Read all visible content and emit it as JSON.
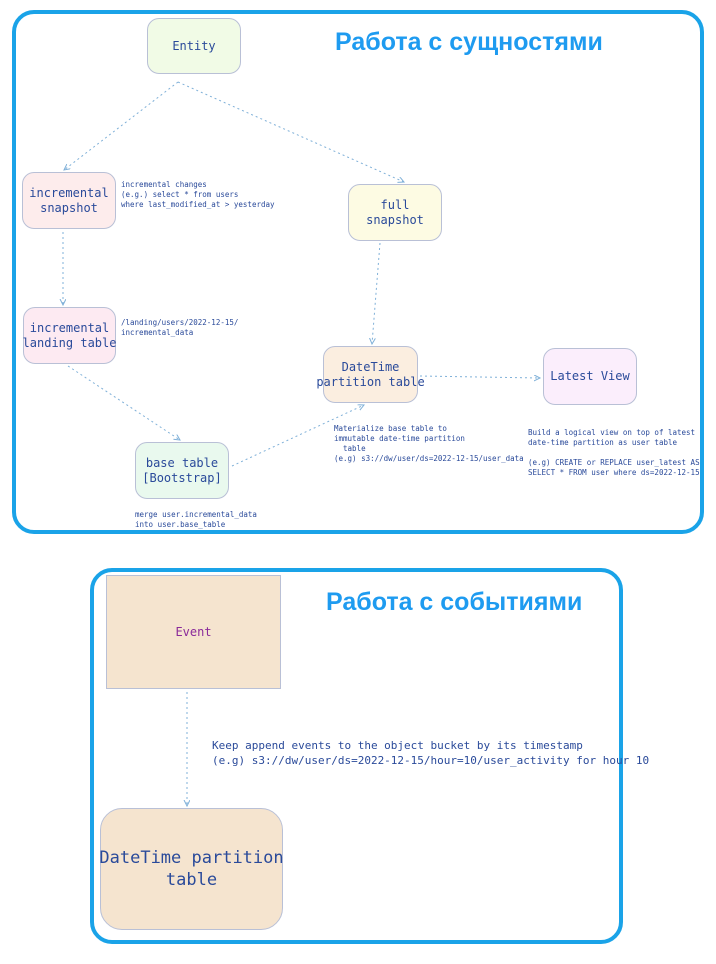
{
  "panel_entities": {
    "title": "Работа с сущностями",
    "nodes": {
      "entity": "Entity",
      "incremental_snapshot": "incremental\nsnapshot",
      "full_snapshot": "full snapshot",
      "incremental_landing_table": "incremental\nlanding table",
      "datetime_partition_table": "DateTime\npartition table",
      "latest_view": "Latest View",
      "base_table": "base table\n[Bootstrap]"
    },
    "notes": {
      "incremental_changes": "incremental changes\n(e.g.) select * from users\nwhere last_modified_at > yesterday",
      "landing_path": "/landing/users/2022-12-15/\nincremental_data",
      "materialize": "Materialize base table to\nimmutable date-time partition\n  table\n(e.g) s3://dw/user/ds=2022-12-15/user_data",
      "logical_view": "Build a logical view on top of latest\ndate-time partition as user table\n\n(e.g) CREATE or REPLACE user_latest AS\nSELECT * FROM user where ds=2022-12-15",
      "merge": "merge user.incremental_data\ninto user.base_table"
    }
  },
  "panel_events": {
    "title": "Работа с событиями",
    "nodes": {
      "event": "Event",
      "datetime_partition_table": "DateTime partition\ntable"
    },
    "notes": {
      "append": "Keep append events to the object bucket by its timestamp\n(e.g) s3://dw/user/ds=2022-12-15/hour=10/user_activity for hour 10"
    }
  },
  "colors": {
    "panel_border": "#1aa3e8",
    "title": "#1e9bf0",
    "entity_fill": "#f1fbe6",
    "incremental_snapshot_fill": "#fdecec",
    "full_snapshot_fill": "#fdfbe3",
    "landing_fill": "#fdeaf2",
    "datetime_fill": "#fbeee0",
    "latest_view_fill": "#fbeefc",
    "base_table_fill": "#e9f9ee",
    "event_fill": "#f5e4cf"
  }
}
